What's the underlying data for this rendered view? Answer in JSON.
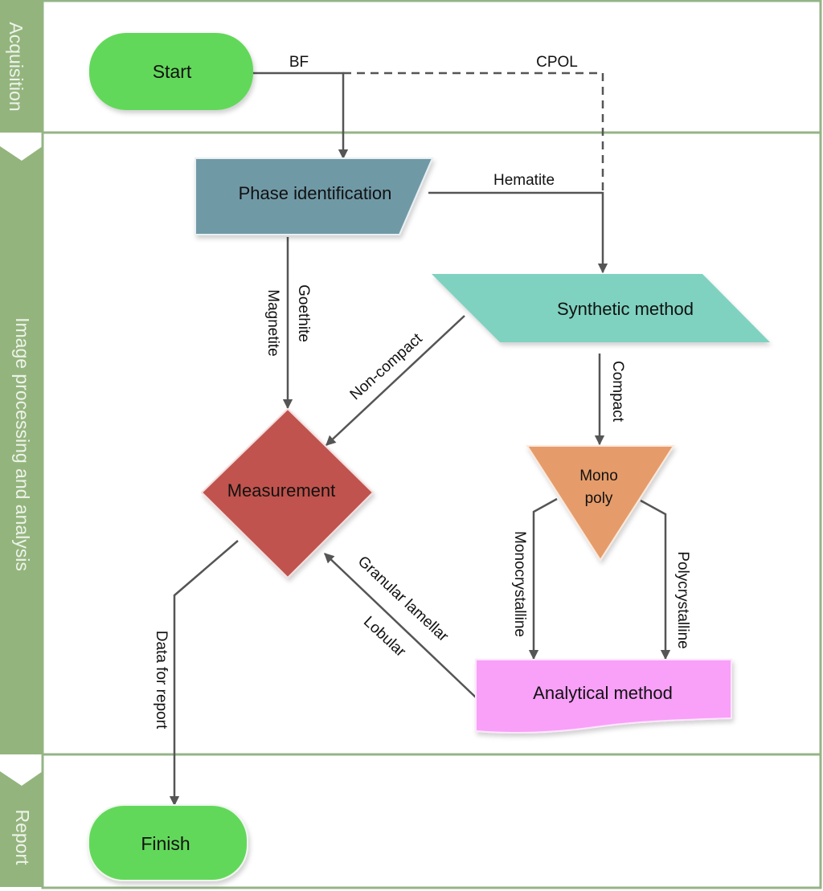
{
  "colors": {
    "lane_band": "#93b57d",
    "lane_border": "#94b487",
    "lane_text": "#eef3ea",
    "terminal": "#62d85a",
    "phase_identification": "#7099a6",
    "synthetic_method": "#7fd2c0",
    "measurement": "#c0524e",
    "mono_poly": "#e59c6b",
    "analytical_method": "#f9a0f9",
    "connector": "#555555"
  },
  "lanes": [
    {
      "id": "acquisition",
      "label": "Acquisition"
    },
    {
      "id": "processing",
      "label": "Image processing and analysis"
    },
    {
      "id": "report",
      "label": "Report"
    }
  ],
  "nodes": {
    "start": {
      "label": "Start",
      "shape": "terminal"
    },
    "phase_identification": {
      "label": "Phase identification",
      "shape": "manual-input"
    },
    "synthetic_method": {
      "label": "Synthetic method",
      "shape": "parallelogram"
    },
    "measurement": {
      "label": "Measurement",
      "shape": "decision"
    },
    "mono_poly": {
      "label_line1": "Mono",
      "label_line2": "poly",
      "shape": "merge-triangle"
    },
    "analytical_method": {
      "label": "Analytical method",
      "shape": "document"
    },
    "finish": {
      "label": "Finish",
      "shape": "terminal"
    }
  },
  "edges": {
    "bf": {
      "from": "start",
      "to": "phase_identification",
      "label": "BF",
      "style": "solid"
    },
    "cpol": {
      "from": "start",
      "to": "synthetic_method",
      "label": "CPOL",
      "style": "dashed"
    },
    "hematite": {
      "from": "phase_identification",
      "to": "synthetic_method",
      "label": "Hematite",
      "style": "solid"
    },
    "goethite_magnetite": {
      "from": "phase_identification",
      "to": "measurement",
      "label_1": "Goethite",
      "label_2": "Magnetite",
      "style": "solid"
    },
    "non_compact": {
      "from": "synthetic_method",
      "to": "measurement",
      "label": "Non-compact",
      "style": "solid"
    },
    "compact": {
      "from": "synthetic_method",
      "to": "mono_poly",
      "label": "Compact",
      "style": "solid"
    },
    "monocrystalline": {
      "from": "mono_poly",
      "to": "analytical_method",
      "label": "Monocrystalline",
      "style": "solid"
    },
    "polycrystalline": {
      "from": "mono_poly",
      "to": "analytical_method",
      "label": "Polycrystalline",
      "style": "solid"
    },
    "granular_lobular": {
      "from": "analytical_method",
      "to": "measurement",
      "label_1": "Granular lamellar",
      "label_2": "Lobular",
      "style": "solid"
    },
    "data_for_report": {
      "from": "measurement",
      "to": "finish",
      "label": "Data for report",
      "style": "solid"
    }
  }
}
